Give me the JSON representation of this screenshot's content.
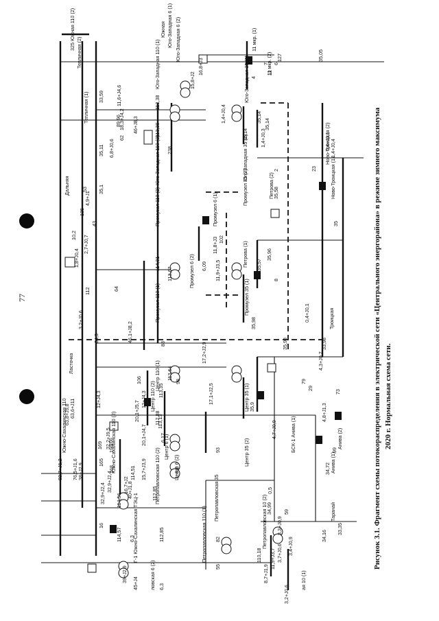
{
  "page": {
    "number": "77"
  },
  "caption": {
    "line1": "Рисунок 3.1. Фрагмент схемы потокораспределения в электрической сети «Центрального энергорайона» в режиме зимнего максимума",
    "line2": "2020 г. Нормальная схема сети."
  },
  "bus_labels": [
    "Южно-Сахалинская 110",
    "Ласточка",
    "Южно-Сахалинская 110 (2)",
    "Дальняя",
    "Тепличная (1)",
    "Тепличная (2)",
    "Южная 110 (2)",
    "Юго-Западная 110 (1)",
    "Юго-Западная 110 (2)",
    "Юго-Западная 6 (1)",
    "Юго-Западная 6 (2)",
    "Юго-Западная 35 (1)",
    "Юго-Западная 35 (2)",
    "Южная",
    "11 мкр. (1)",
    "11 мкр. (2)",
    "Промузел 110 (1)",
    "Промузел 110 (2)",
    "Промузел 6 (1)",
    "Промузел 6 (2)",
    "Промузел 35 (1)",
    "Промузел 35 (2)",
    "Петрова (1)",
    "Петрова (2)",
    "Ново-Троицкая (1)",
    "Ново-Троицкая (2)",
    "Троицкая",
    "Центр 110 (1)",
    "Центр 110 (2)",
    "Центр 6 (1)",
    "Центр 6 (2)",
    "Центр 35 (1)",
    "Центр 35 (2)",
    "Г-1 Южно-Сахалинская ТЭЦ-1",
    "Петропавловская 110 (1)",
    "Петропавловская 110 (2)",
    "Петропавловская 35",
    "Петропавловская 10 (2)",
    "Таранай",
    "БСК-1 Анива (1)",
    "Анива (2)",
    "Анива (1)",
    "ая 10 (1)",
    "ловская 6 (2)"
  ],
  "voltages": [
    "325",
    "33,59",
    "35,11",
    "35,1",
    "34,9",
    "113,38",
    "113,39",
    "114,01",
    "113,67",
    "113,64",
    "113,35",
    "112,88",
    "113,13",
    "35,98",
    "35,9",
    "35,57",
    "35,58",
    "35,96",
    "35,98",
    "35,05",
    "35,14",
    "35,14",
    "35,14",
    "114,51",
    "114,56",
    "114,57",
    "112,85",
    "112,85",
    "110,18",
    "34,99",
    "34,16",
    "34,72",
    "33,35",
    "33,98",
    "6,3",
    "6,3",
    "6,2",
    "6,17",
    "6,09"
  ],
  "flows": [
    "82,7+J1,2",
    "63,8+J9,8",
    "76,5+J1,6",
    "63,6+J11",
    "38+J2,9",
    "32,9+J2,4",
    "32,2+J9,5",
    "12+J4,3",
    "20,1+J5,7",
    "20,1+J4,7",
    "15,7+J3,9",
    "16,7+J2",
    "40+J1,8",
    "32,9+J2,4",
    "39+J2,9",
    "45+J4",
    "8,7+J1,9",
    "11,9+J3,7",
    "3,2+J0,6",
    "3,7+J0,6",
    "4,7+J0,9",
    "3,3+J0,9",
    "3,4+J0,9",
    "0,5",
    "1,8+J0,4",
    "2,7+J0,7",
    "3,2+J0,6",
    "4,9+J1",
    "6,8+J0,6",
    "11,6+J4,6",
    "16,8+J3",
    "15,8+J2",
    "18,3+J4,2",
    "1,4+J0,4",
    "1,4+J0,3",
    "46+J8,3",
    "46,1+J8,2",
    "11,8+J3",
    "11,9+J3,5",
    "17,1+J2,5",
    "17,2+J2,9",
    "12+J4,3",
    "0,4+J0,1",
    "4,3+J0,7",
    "4,8+J1,3",
    "0,4+J0,1",
    "1,4+J0,4",
    "10,2"
  ],
  "small_values": [
    "135",
    "53",
    "238",
    "196",
    "98",
    "88",
    "64",
    "169",
    "165",
    "166",
    "168",
    "106",
    "93",
    "62",
    "89",
    "29",
    "59",
    "99",
    "12",
    "2",
    "4",
    "6",
    "7",
    "8",
    "16",
    "23",
    "35",
    "43",
    "55",
    "73",
    "79",
    "82",
    "96",
    "102",
    "112",
    "127"
  ]
}
